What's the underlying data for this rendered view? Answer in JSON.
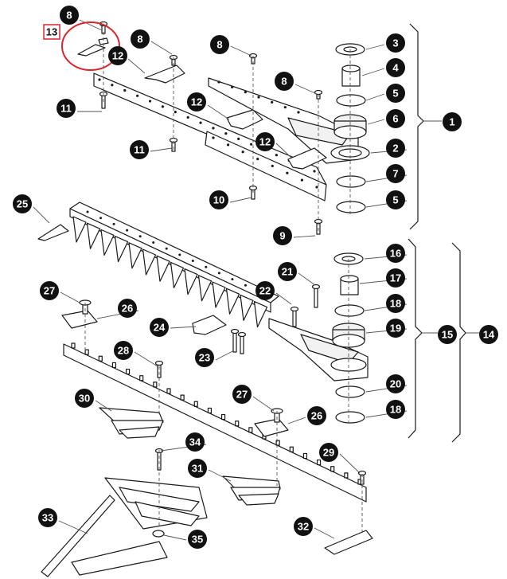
{
  "diagram": {
    "boxed_label": "13",
    "callouts": [
      "8",
      "8",
      "8",
      "8",
      "3",
      "4",
      "5",
      "6",
      "12",
      "12",
      "12",
      "11",
      "11",
      "1",
      "2",
      "7",
      "5",
      "10",
      "9",
      "25",
      "16",
      "17",
      "21",
      "18",
      "22",
      "27",
      "26",
      "19",
      "24",
      "15",
      "14",
      "28",
      "23",
      "20",
      "30",
      "27",
      "26",
      "18",
      "34",
      "29",
      "31",
      "33",
      "32",
      "35"
    ]
  }
}
